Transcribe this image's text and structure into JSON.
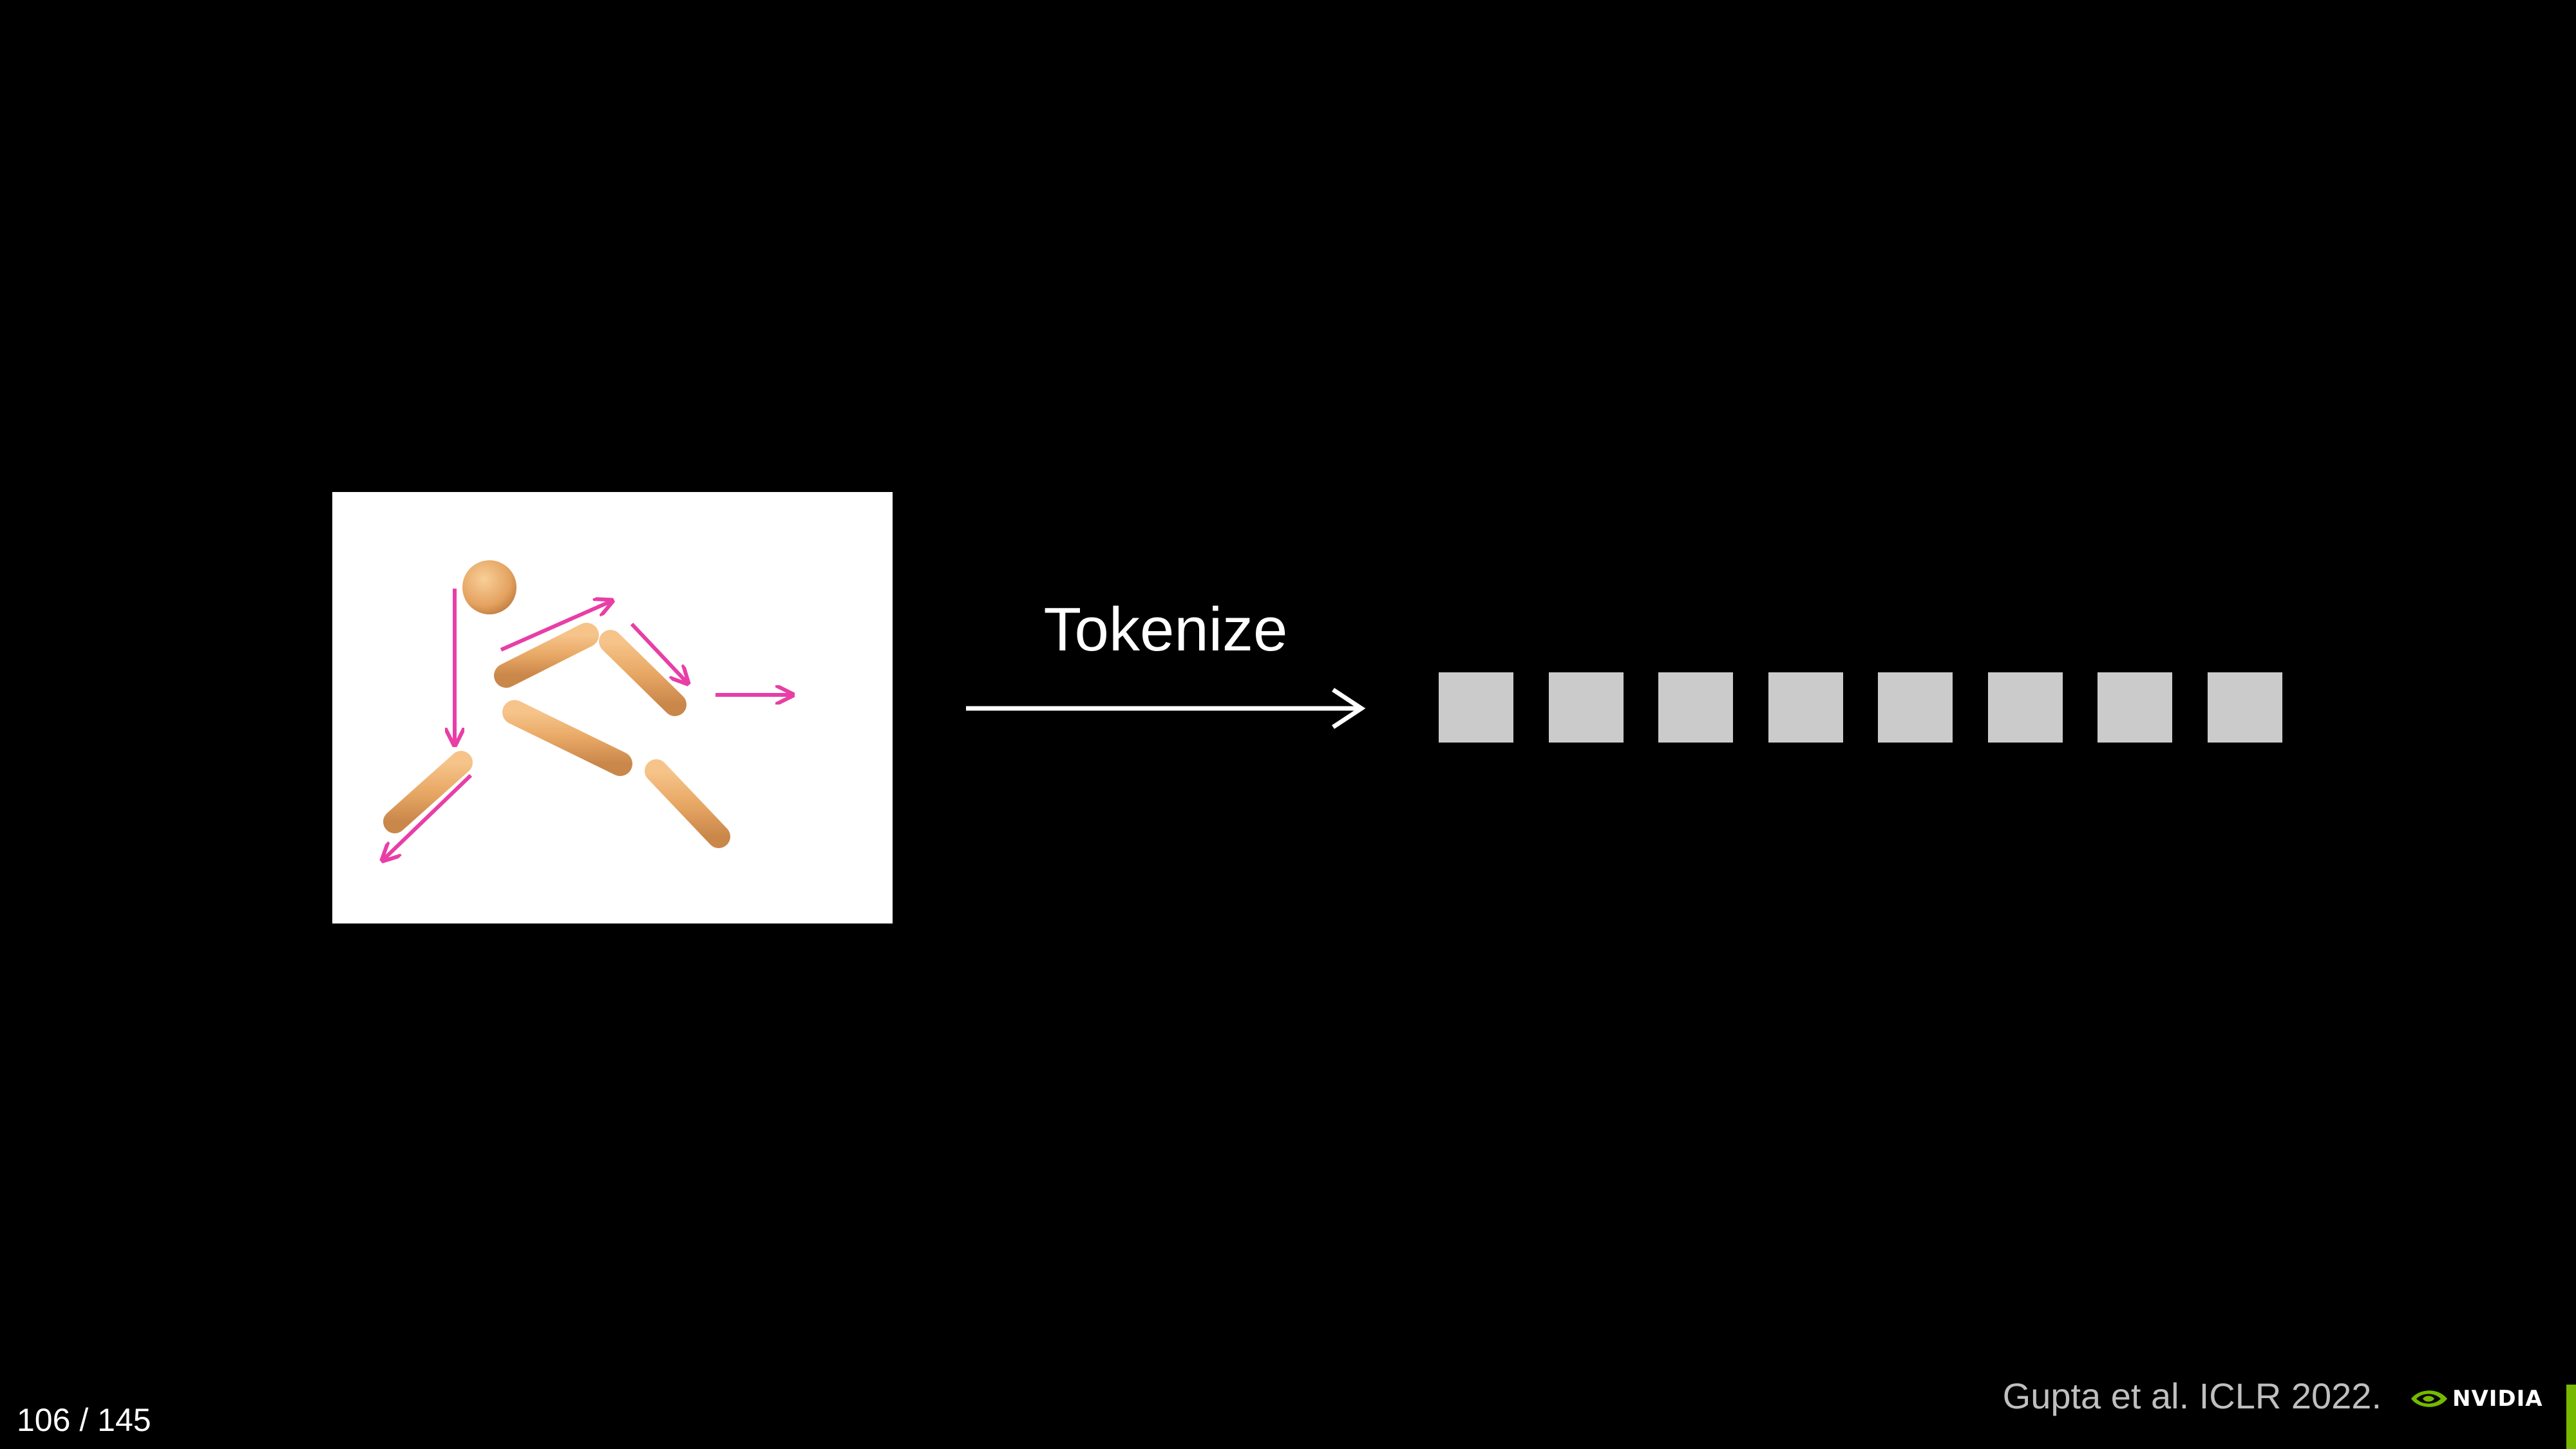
{
  "slide": {
    "tokenize_label": "Tokenize",
    "token_count": 8,
    "citation": "Gupta et al. ICLR 2022.",
    "brand": "NVIDIA",
    "page_current": "106",
    "page_separator": "/",
    "page_total": "145"
  },
  "colors": {
    "background": "#000000",
    "token": "#cbcbcb",
    "skeleton_limb": "#e8a865",
    "motion_arrow": "#e83ea6",
    "brand_green": "#76b900"
  }
}
